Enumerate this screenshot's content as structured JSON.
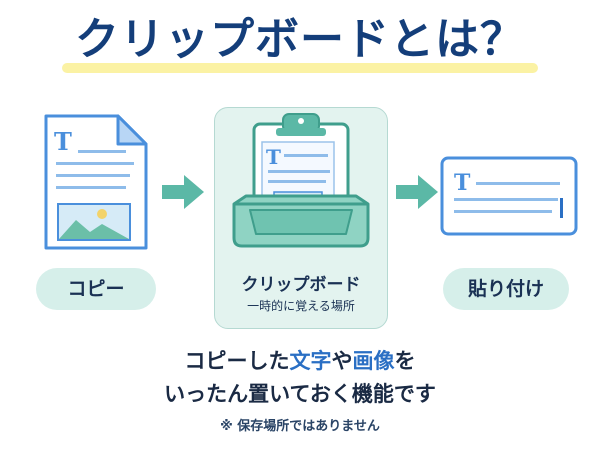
{
  "title": "クリップボードとは？",
  "copy_label": "コピー",
  "clipboard": {
    "label": "クリップボード",
    "sublabel": "一時的に覚える場所"
  },
  "paste_label": "貼り付け",
  "description": {
    "line1_pre": "コピーした",
    "line1_word1": "文字",
    "line1_mid": "や",
    "line1_word2": "画像",
    "line1_post": "を",
    "line2": "いったん置いておく機能です"
  },
  "note": "※ 保存場所ではありません",
  "icons": {
    "doc_letter": "T",
    "board_letter": "T",
    "paste_letter": "T"
  },
  "colors": {
    "title": "#143e7a",
    "highlight": "#2a6fc4",
    "arrow": "#5bb8a6",
    "doc_border": "#4a8fdc",
    "panel_bg": "#e3f3ef"
  }
}
